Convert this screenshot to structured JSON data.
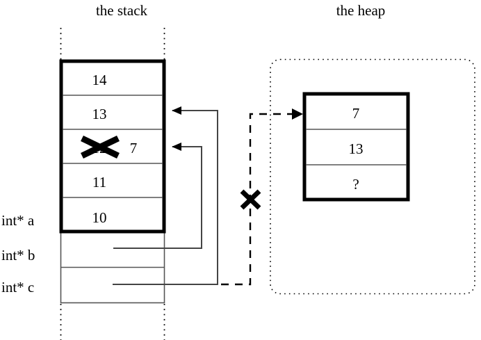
{
  "titles": {
    "stack": "the stack",
    "heap": "the heap"
  },
  "stack": {
    "allocated_cells": [
      "14",
      "13",
      "12",
      "11",
      "10"
    ],
    "struck_cell_index": 2,
    "struck_old_value": "12",
    "struck_new_value": "7",
    "variables": [
      {
        "label": "int* a"
      },
      {
        "label": "int* b"
      },
      {
        "label": "int* c"
      }
    ]
  },
  "heap": {
    "cells": [
      "7",
      "13",
      "?"
    ]
  },
  "annotations": {
    "invalid_pointer_mark": "✕",
    "overwrite_mark": "✕"
  },
  "colors": {
    "ink": "#000000",
    "rule": "#555555",
    "background": "#ffffff"
  }
}
